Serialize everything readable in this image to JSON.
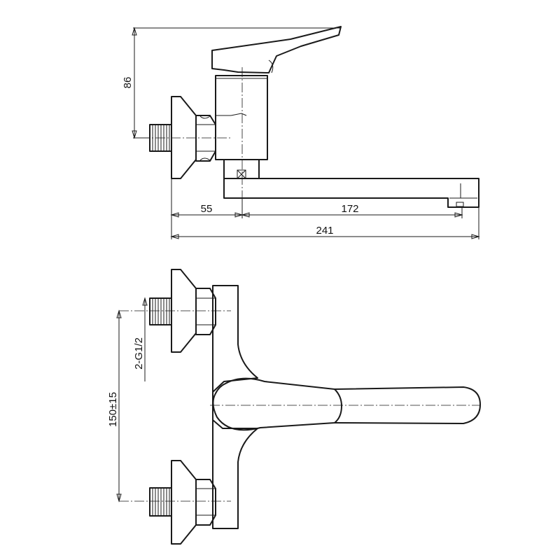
{
  "dimensions": {
    "height_label": "86",
    "offset_label": "55",
    "spout_label": "172",
    "total_label": "241",
    "thread_label": "2-G1/2",
    "spacing_label": "150±15"
  },
  "colors": {
    "line": "#1a1a1a",
    "background": "#ffffff"
  }
}
